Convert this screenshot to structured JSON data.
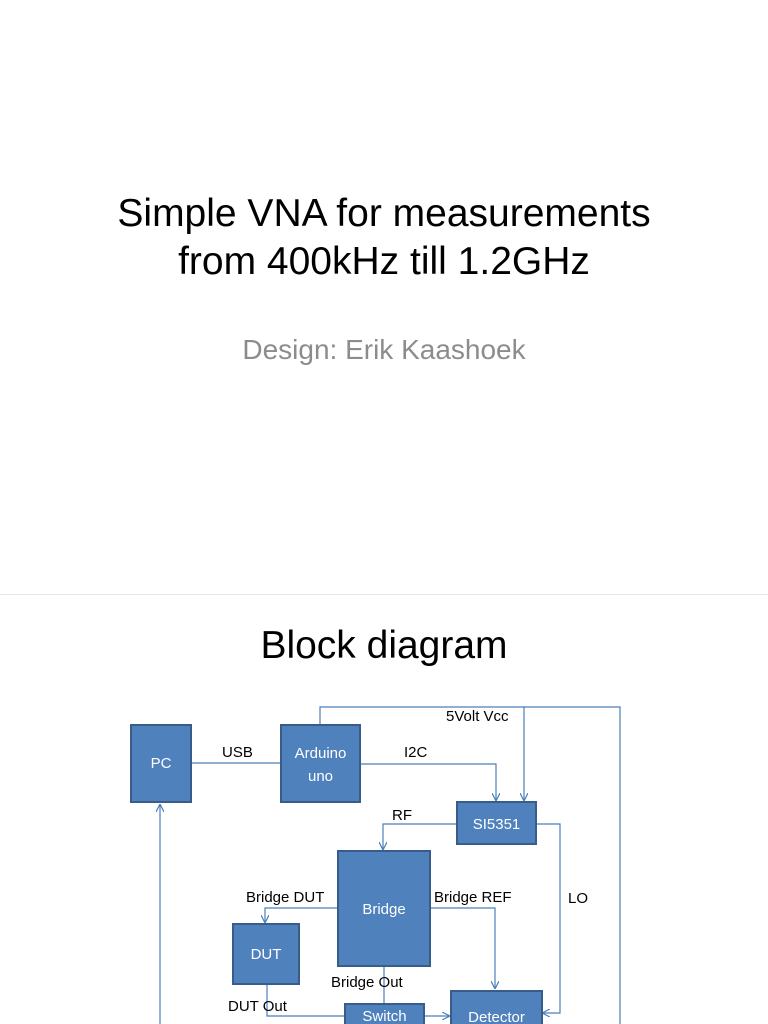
{
  "slide1": {
    "title_line1": "Simple VNA for measurements",
    "title_line2": "from 400kHz till 1.2GHz",
    "subtitle": "Design: Erik Kaashoek"
  },
  "slide2": {
    "title": "Block diagram"
  },
  "blocks": {
    "pc": "PC",
    "arduino_line1": "Arduino",
    "arduino_line2": "uno",
    "si5351": "SI5351",
    "bridge": "Bridge",
    "dut": "DUT",
    "switch": "Switch",
    "detector": "Detector"
  },
  "labels": {
    "usb": "USB",
    "i2c": "I2C",
    "vcc": "5Volt Vcc",
    "rf": "RF",
    "lo": "LO",
    "bridge_dut": "Bridge DUT",
    "bridge_ref": "Bridge REF",
    "bridge_out": "Bridge Out",
    "dut_out": "DUT Out"
  },
  "colors": {
    "block_fill": "#4f81bd",
    "block_border": "#385d8a",
    "wire": "#4a7ebb",
    "subtitle": "#8c8c8c"
  }
}
